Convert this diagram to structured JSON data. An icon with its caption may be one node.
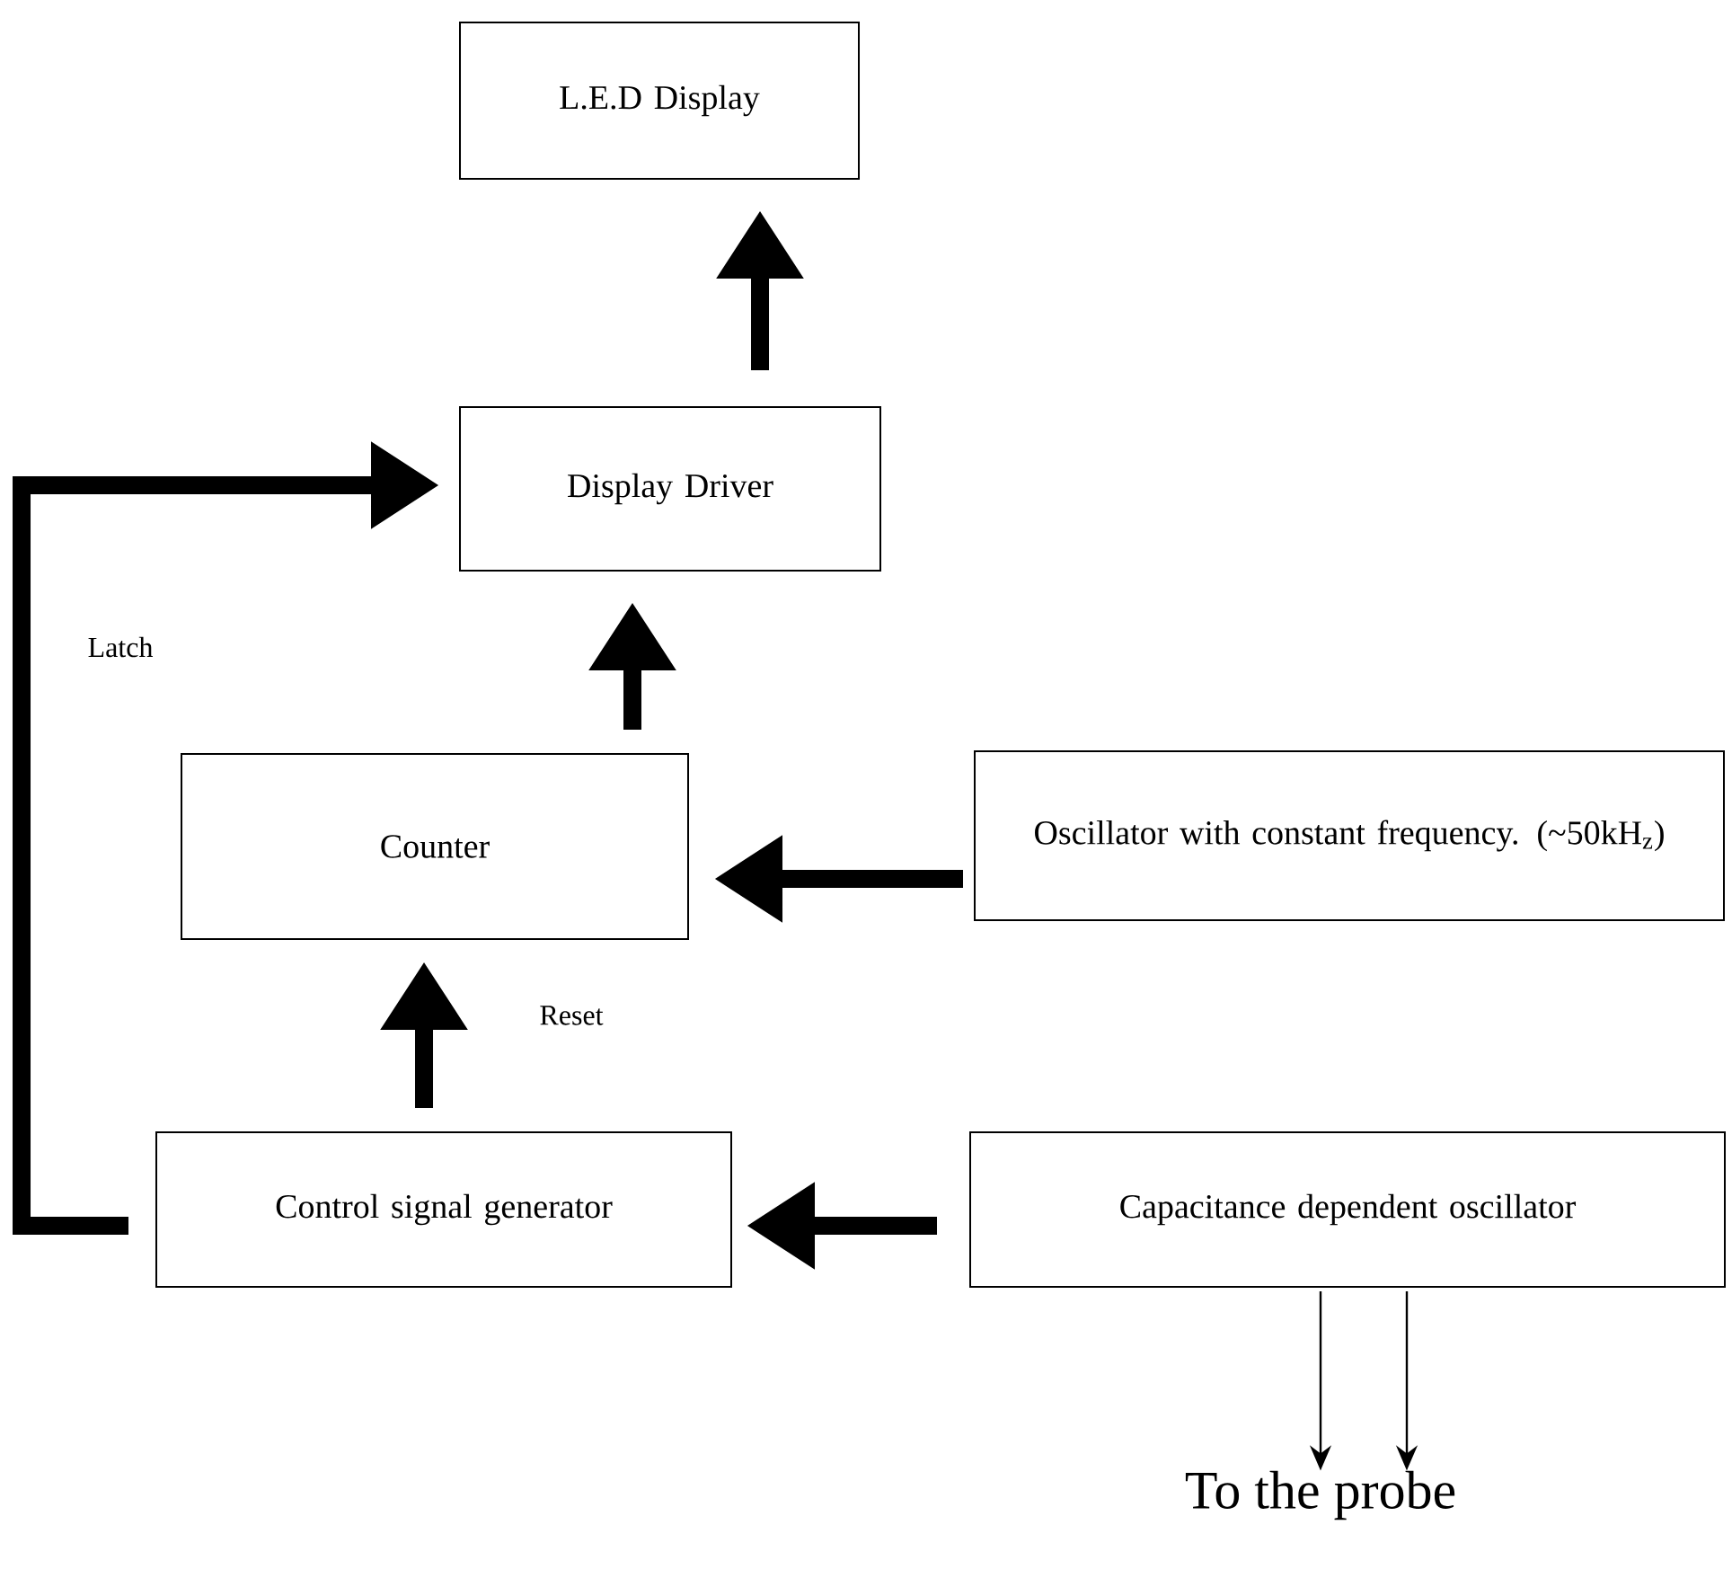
{
  "diagram": {
    "nodes": [
      {
        "text": [
          "L.E.D Display"
        ]
      },
      {
        "text": [
          "Display Driver"
        ]
      },
      {
        "text": [
          "Counter"
        ]
      },
      {
        "text": [
          "Oscillator with constant frequency. (~50kH$_{z}$)"
        ]
      },
      {
        "text": [
          "Control signal generator"
        ]
      },
      {
        "text": [
          "Capacitance dependent oscillator"
        ]
      },
      {
        "text": [
          "To the probe"
        ]
      }
    ],
    "edges": [
      {
        "from": 5,
        "to": 4,
        "arrow": "to"
      },
      {
        "from": 4,
        "to": 2,
        "arrow": "to",
        "label": "Reset"
      },
      {
        "from": 4,
        "to": 1,
        "arrow": "to",
        "label": "Latch"
      },
      {
        "from": 3,
        "to": 2,
        "arrow": "to"
      },
      {
        "from": 2,
        "to": 1,
        "arrow": "to"
      },
      {
        "from": 1,
        "to": 0,
        "arrow": "to"
      },
      {
        "from": 5,
        "to": 6,
        "arrow": "to"
      },
      {
        "from": 5,
        "to": 6,
        "arrow": "to"
      }
    ]
  }
}
